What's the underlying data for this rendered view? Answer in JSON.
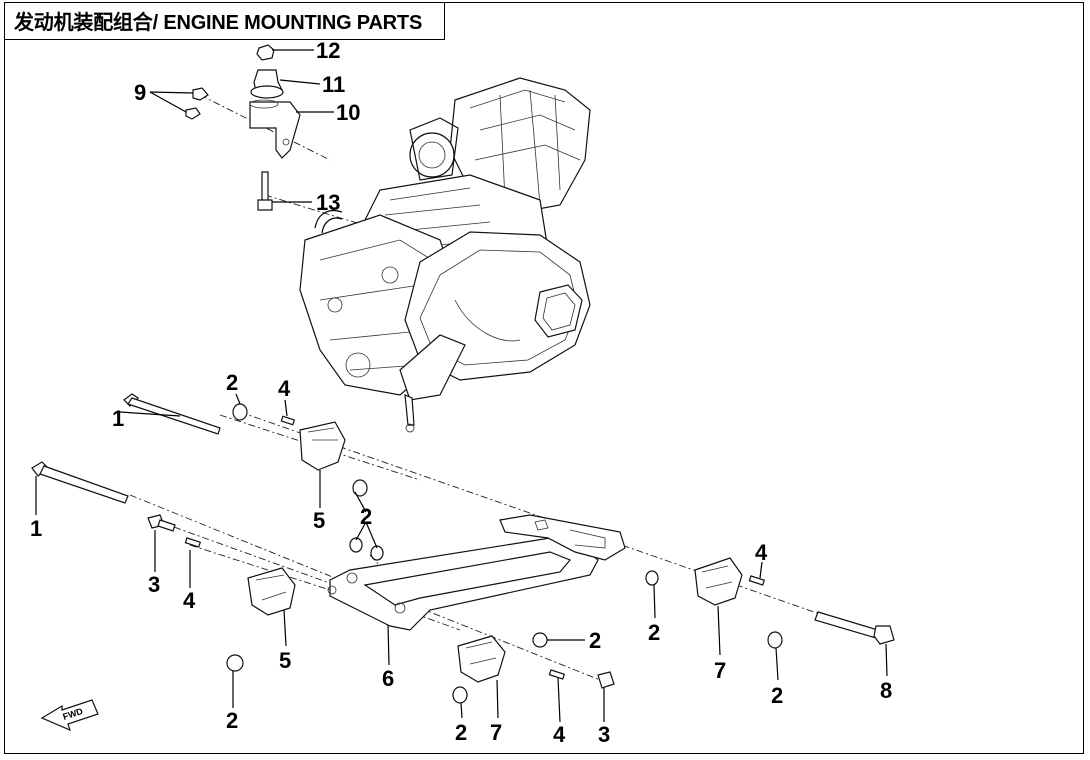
{
  "title": "发动机装配组合/ ENGINE MOUNTING PARTS",
  "fwd_label": "FWD",
  "callouts": {
    "c12": "12",
    "c11": "11",
    "c10": "10",
    "c9": "9",
    "c13": "13",
    "c2a": "2",
    "c4a": "4",
    "c1a": "1",
    "c1b": "1",
    "c5a": "5",
    "c2b": "2",
    "c3a": "3",
    "c4b": "4",
    "c5b": "5",
    "c2c": "2",
    "c6": "6",
    "c2d": "2",
    "c2e": "2",
    "c4c": "4",
    "c7a": "7",
    "c2f": "2",
    "c8": "8",
    "c2g": "2",
    "c7b": "7",
    "c4d": "4",
    "c3b": "3"
  }
}
